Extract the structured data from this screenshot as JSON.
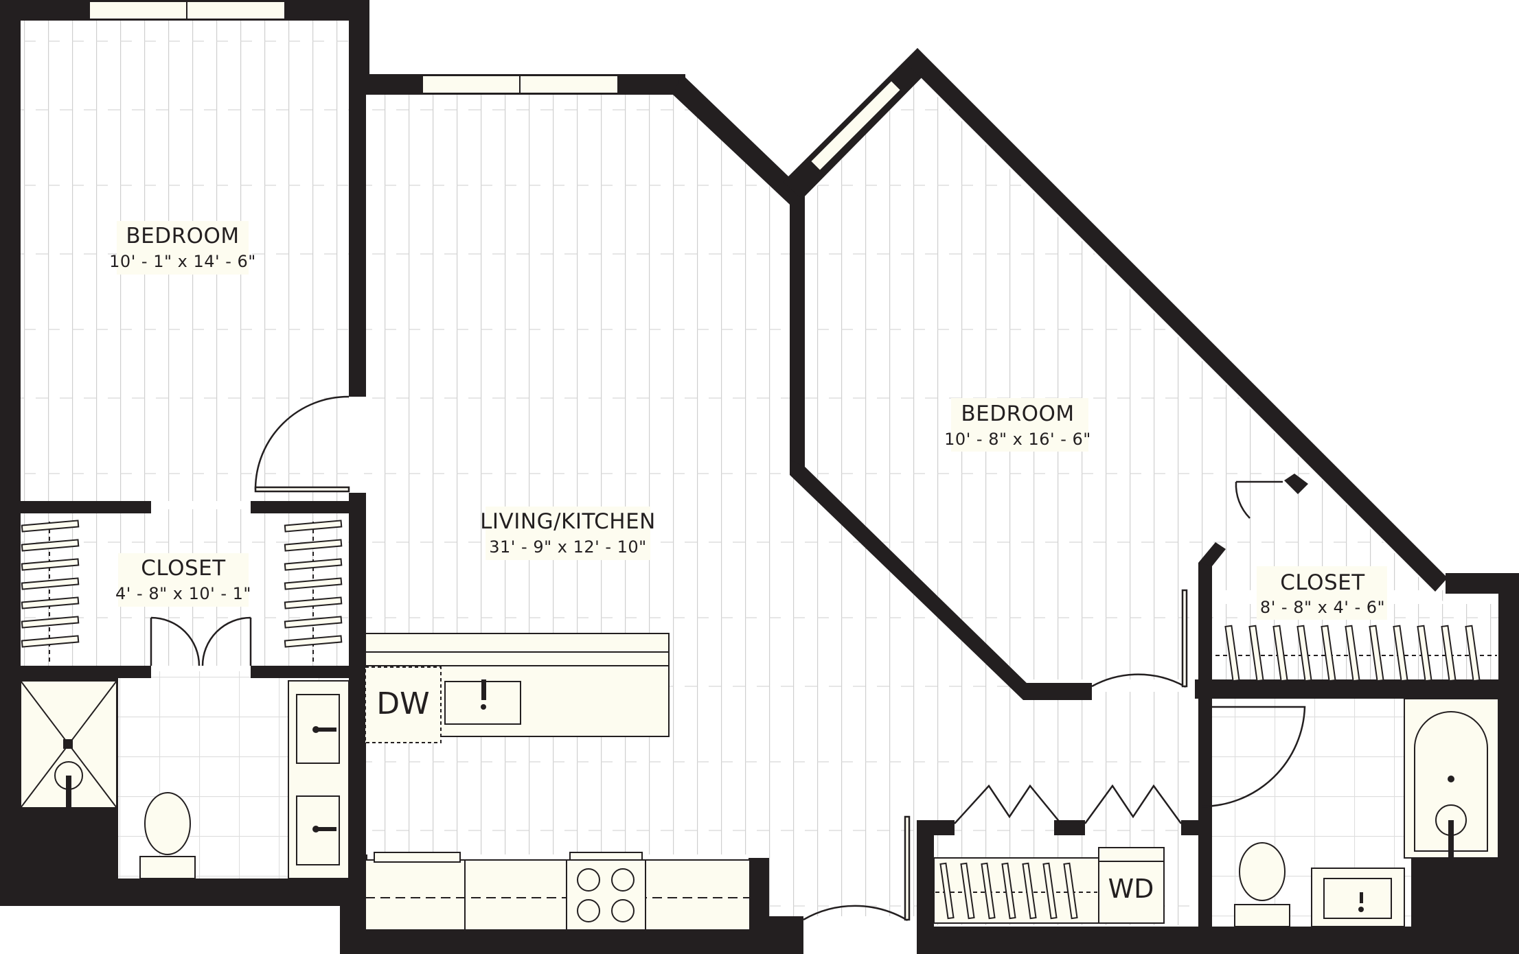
{
  "rooms": {
    "bedroom_1": {
      "name": "BEDROOM",
      "dims": "10' - 1\" x 14' - 6\""
    },
    "closet_1": {
      "name": "CLOSET",
      "dims": "4' - 8\" x 10' - 1\""
    },
    "living_kitchen": {
      "name": "LIVING/KITCHEN",
      "dims": "31' - 9\" x 12' - 10\""
    },
    "bedroom_2": {
      "name": "BEDROOM",
      "dims": "10' - 8\" x 16' - 6\""
    },
    "closet_2": {
      "name": "CLOSET",
      "dims": "8' - 8\" x 4' - 6\""
    }
  },
  "appliances": {
    "dishwasher": "DW",
    "washer_dryer": "WD"
  },
  "colors": {
    "wall": "#231f20",
    "fixture": "#fdfcf0",
    "floor_line": "#c8c8c8",
    "label_bg": "#fdfcf0"
  }
}
